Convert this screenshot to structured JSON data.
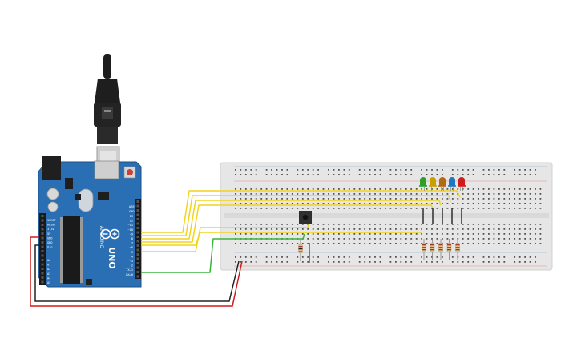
{
  "arduino": {
    "model_label": "UNO",
    "brand_label": "ARDUINO",
    "aref_label": "AREF",
    "gnd_label": "GND",
    "digital_pins": [
      "13",
      "12",
      "~11",
      "~10",
      "~9",
      "8",
      "7",
      "~6",
      "~5",
      "4",
      "~3",
      "2",
      "TX→1",
      "RX←0"
    ],
    "power_pins": [
      "IOREF",
      "RESET",
      "3.3V",
      "5V",
      "GND",
      "GND",
      "Vin"
    ],
    "analog_pins": [
      "A0",
      "A1",
      "A2",
      "A3",
      "A4",
      "A5"
    ]
  },
  "leds": [
    {
      "color": "green",
      "hex": "#2ea02a"
    },
    {
      "color": "yellow",
      "hex": "#c8a000"
    },
    {
      "color": "orange",
      "hex": "#b36a10"
    },
    {
      "color": "blue",
      "hex": "#1d78c1"
    },
    {
      "color": "red",
      "hex": "#d11a1a"
    }
  ],
  "wire_colors": {
    "signal": "#f2d41c",
    "ground_green": "#3bb53b",
    "power_red": "#d21a1a",
    "ground_black": "#222222",
    "resistor_red": "#e0231c"
  },
  "board_colors": {
    "arduino": "#2a6fb3",
    "breadboard": "#e6e6e6",
    "usb_cable": "#222222"
  }
}
